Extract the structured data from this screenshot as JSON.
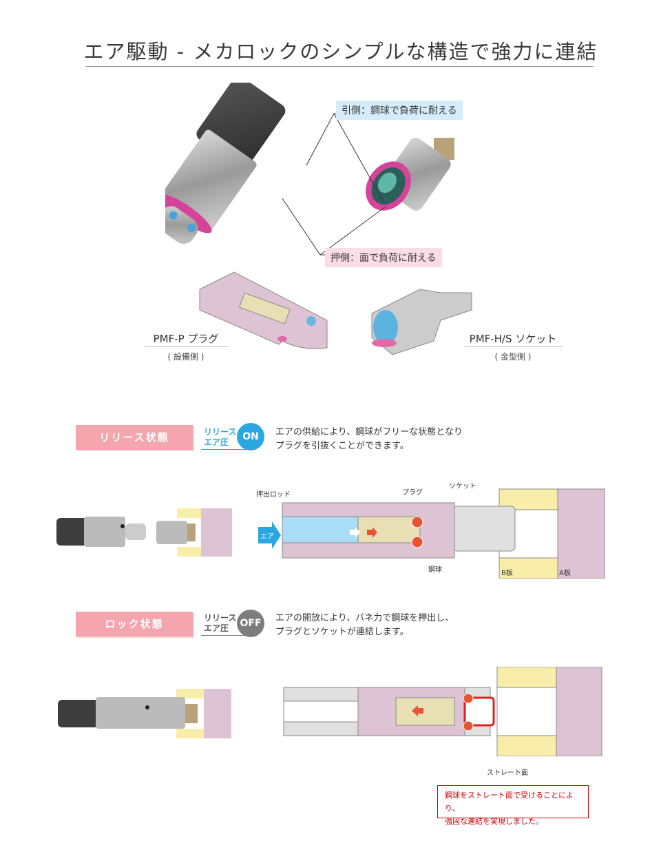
{
  "title": "エア駆動 - メカロックのシンプルな構造で強力に連結",
  "callouts": {
    "pull_side": "引側：鋼球で負荷に耐える",
    "push_side": "押側：面で負荷に耐える"
  },
  "products": {
    "plug": {
      "name": "PMF-P プラグ",
      "sub": "( 設備側 )"
    },
    "socket": {
      "name": "PMF-H/S ソケット",
      "sub": "( 金型側 )"
    }
  },
  "release": {
    "state_label": "リリース状態",
    "air_label_1": "リリース",
    "air_label_2": "エア圧",
    "pill": "ON",
    "desc_1": "エアの供給により、鋼球がフリーな状態となり",
    "desc_2": "プラグを引抜くことができます。",
    "diagram": {
      "push_rod": "押出ロッド",
      "plug": "プラグ",
      "socket": "ソケット",
      "air": "エア",
      "steel_ball": "鋼球",
      "b_plate": "B板",
      "a_plate": "A板"
    }
  },
  "lock": {
    "state_label": "ロック状態",
    "air_label_1": "リリース",
    "air_label_2": "エア圧",
    "pill": "OFF",
    "desc_1": "エアの開放により、バネ力で鋼球を押出し、",
    "desc_2": "プラグとソケットが連結します。",
    "diagram": {
      "straight_face": "ストレート面"
    },
    "note_1": "鋼球をストレート面で受けることにより、",
    "note_2": "強固な連結を実現しました。"
  },
  "colors": {
    "state_box": "#f4a5ad",
    "on_pill": "#2aa6e0",
    "off_pill": "#7d7d7d",
    "plate_yellow": "#f8eeaa",
    "plate_pink": "#ddc3d3",
    "air_blue": "#a9dcf5",
    "arrow_red": "#e8542f",
    "note_red": "#cc0000"
  }
}
